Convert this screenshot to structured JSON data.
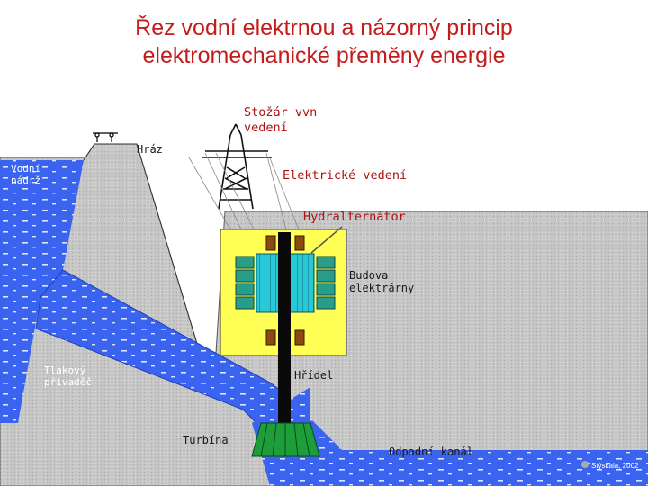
{
  "title": {
    "line1": "Řez vodní elektrnou a názorný princip",
    "line2": "elektromechanické přeměny energie"
  },
  "labels": {
    "pylon": "Stožár vvn\nvedení",
    "dam": "Hráz",
    "reservoir": "Vodní\nnádrž",
    "power_line": "Elektrické vedení",
    "generator": "Hydralternátor",
    "building": "Budova\nelektrárny",
    "penstock": "Tlakový\npřivaděč",
    "shaft": "Hřídel",
    "turbine": "Turbína",
    "tailrace": "Odpadní kanál",
    "credit": "Stýskala, 2002"
  },
  "colors": {
    "title": "#c41b1b",
    "label_red": "#b01010",
    "water": "#3a63f0",
    "rock": "#c8c8c8",
    "building": "#ffff55",
    "generator": "#28c8d6",
    "turbine": "#1e9e3a",
    "coil": "#2a9c8a",
    "pole": "#8b4a10"
  }
}
